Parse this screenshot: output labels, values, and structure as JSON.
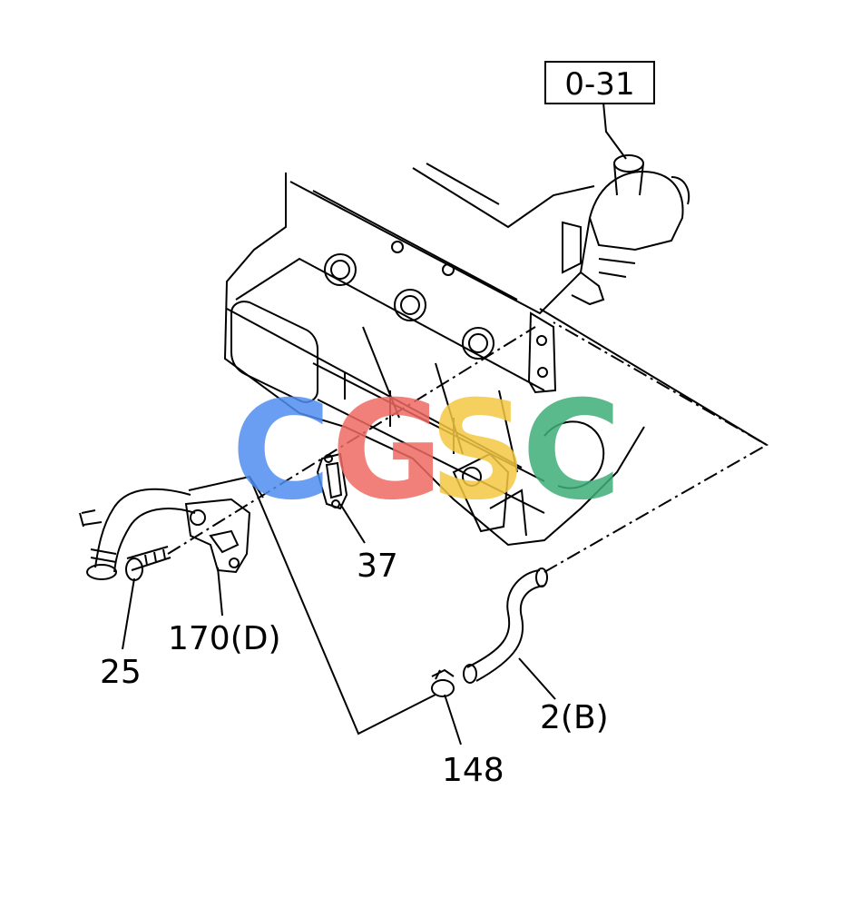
{
  "reference_box": {
    "text": "0-31"
  },
  "callouts": [
    {
      "id": "37",
      "text": "37"
    },
    {
      "id": "170d",
      "text": "170(D)"
    },
    {
      "id": "25",
      "text": "25"
    },
    {
      "id": "2b",
      "text": "2(B)"
    },
    {
      "id": "148",
      "text": "148"
    }
  ],
  "watermark": {
    "letters": [
      "C",
      "G",
      "S",
      "C"
    ],
    "colors": [
      "#4f8ef0",
      "#ee6a62",
      "#f5c842",
      "#3fae78"
    ]
  }
}
